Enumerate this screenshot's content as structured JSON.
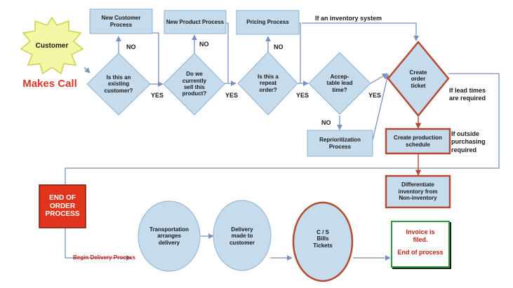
{
  "start": {
    "customer": "Customer",
    "makes_call": "Makes Call"
  },
  "decisions": {
    "existing_customer": "Is this an\nexisting\ncustomer?",
    "sell_product": "Do we\ncurrently\nsell this\nproduct?",
    "repeat_order": "Is this a\nrepeat\norder?",
    "lead_time": "Accep-\ntable lead\ntime?"
  },
  "processes": {
    "new_customer": "New Customer\nProcess",
    "new_product": "New Product Process",
    "pricing": "Pricing Process",
    "reprioritization": "Reprioritization\nProcess",
    "create_order_ticket": "Create\norder\nticket",
    "create_production_schedule": "Create production\nschedule",
    "differentiate_inventory": "Differentiate\ninventory from\nNon-inventory",
    "end_of_order": "END OF\nORDER\nPROCESS",
    "transportation": "Transportation\narranges\ndelivery",
    "delivery": "Delivery\nmade to\ncustomer",
    "cs_bills": "C / S\nBills\nTickets",
    "invoice_filed": "Invoice is\nfiled.",
    "end_of_process": "End of process"
  },
  "edge_labels": {
    "no": "NO",
    "yes": "YES"
  },
  "notes": {
    "inventory_system": "If an inventory system",
    "lead_times": "If lead times\nare required",
    "outside_purchasing": "If outside\npurchasing\nrequired",
    "begin_delivery": "Begin Delivery Process"
  },
  "colors": {
    "shape_fill": "#c6dbeb",
    "shape_stroke": "#8fb2cf",
    "connector": "#7a90c0",
    "emphasis_stroke": "#b34a32",
    "end_fill": "#e0341c",
    "starburst_fill": "#f3f7a3",
    "starburst_stroke": "#c8d24e",
    "title_red": "#d93a2b",
    "invoice_stroke": "#2a9a3a",
    "dark_red_stroke": "#7a1a12"
  }
}
